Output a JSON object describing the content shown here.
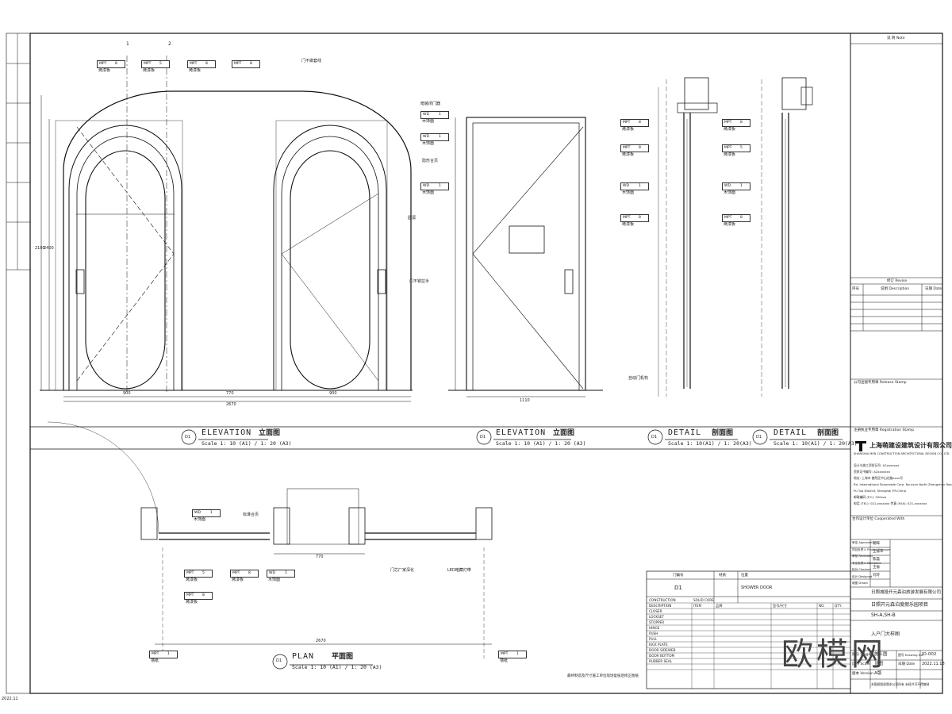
{
  "drawing": {
    "views": [
      {
        "num": "D1",
        "title_en": "ELEVATION",
        "title_cn": "立面图",
        "scale": "Scale 1: 10 (A1) / 1: 20 (A3)"
      },
      {
        "num": "D1",
        "title_en": "ELEVATION",
        "title_cn": "立面图",
        "scale": "Scale 1: 10 (A1) / 1: 20 (A3)"
      },
      {
        "num": "D1",
        "title_en": "DETAIL",
        "title_cn": "剖面图",
        "scale": "Scale 1: 10(A1) / 1: 20(A3)"
      },
      {
        "num": "D1",
        "title_en": "DETAIL",
        "title_cn": "剖面图",
        "scale": "Scale 1: 10(A1) / 1: 20(A3)"
      },
      {
        "num": "D1",
        "title_en": "PLAN",
        "title_cn": "平面图",
        "scale": "Scale 1: 10 (A1) / 1: 20 (A3)"
      }
    ],
    "grid_bubbles": [
      "1",
      "2"
    ],
    "tags_elev1": [
      {
        "code": "MPT",
        "num": "8",
        "note": "烤漆板"
      },
      {
        "code": "MPT",
        "num": "5",
        "note": "烤漆板"
      },
      {
        "code": "MPT",
        "num": "8",
        "note": "烤漆板"
      },
      {
        "code": "MPT",
        "num": "8",
        "note": ""
      }
    ],
    "notes_elev1": [
      "门不做套线",
      "圆弧",
      "门不锈拉手"
    ],
    "dims_elev1": [
      "900",
      "770",
      "900",
      "2670",
      "2100",
      "2400"
    ],
    "tags_elev2": [
      {
        "code": "WD",
        "num": "1",
        "note": "木饰面"
      },
      {
        "code": "WD",
        "num": "1",
        "note": "木饰面"
      },
      {
        "code": "WD",
        "num": "1",
        "note": "木饰面"
      }
    ],
    "notes_elev2": [
      "暗装闭门器",
      "隐形合页"
    ],
    "dims_elev2": [
      "1110"
    ],
    "tags_detail1": [
      {
        "code": "MPT",
        "num": "8",
        "note": "烤漆板"
      },
      {
        "code": "MPT",
        "num": "8",
        "note": "烤漆板"
      },
      {
        "code": "WD",
        "num": "1",
        "note": "木饰面"
      },
      {
        "code": "MPT",
        "num": "8",
        "note": "烤漆板"
      }
    ],
    "notes_detail1": [
      "自动门机构"
    ],
    "tags_detail2": [
      {
        "code": "MPT",
        "num": "8",
        "note": "烤漆板"
      },
      {
        "code": "MPT",
        "num": "5",
        "note": "烤漆板"
      },
      {
        "code": "WD",
        "num": "1",
        "note": "木饰面"
      },
      {
        "code": "MPT",
        "num": "8",
        "note": "烤漆板"
      }
    ],
    "tags_plan": [
      {
        "code": "WD",
        "num": "1",
        "note": "木饰面"
      },
      {
        "code": "MPT",
        "num": "5",
        "note": "烤漆板"
      },
      {
        "code": "MPT",
        "num": "8",
        "note": "烤漆板"
      },
      {
        "code": "WD",
        "num": "1",
        "note": "木饰面"
      },
      {
        "code": "MPT",
        "num": "8",
        "note": "烤漆板"
      },
      {
        "code": "MPT",
        "num": "1",
        "note": "墙纸"
      },
      {
        "code": "MPT",
        "num": "1",
        "note": "墙纸"
      }
    ],
    "notes_plan": [
      "标准合页",
      "门芯厂家深化",
      "LED暗藏灯带",
      "最终制造及尺寸施工单位现场复核后修正图纸"
    ],
    "dims_plan": [
      "770",
      "2670"
    ],
    "footer_date": "2022.11"
  },
  "schedule": {
    "head": [
      "门编号",
      "材质",
      "位置"
    ],
    "row": [
      "D1",
      "",
      "SHOWER DOOR"
    ],
    "items": [
      [
        "CONSTRUCTION",
        "SOLID CORE"
      ],
      [
        "DESCRIPTION",
        "ITEM",
        "品牌",
        "型号/尺寸",
        "NO.",
        "QTY."
      ],
      [
        "CLOSER"
      ],
      [
        "LOCKSET"
      ],
      [
        "STOPPER"
      ],
      [
        "HINGE"
      ],
      [
        "PUSH"
      ],
      [
        "PULL"
      ],
      [
        "KICK PLATE"
      ],
      [
        "DOOR SIDEWEB"
      ],
      [
        "DOOR BOTTOM"
      ],
      [
        "RUBBER SEAL"
      ]
    ]
  },
  "titleblock": {
    "notes_header": "说 明 Note",
    "revision": "修订 Revise",
    "rev_cols": [
      "序号",
      "说明 Description",
      "日期 Date"
    ],
    "stamp1": "公司出图专用章 Release Stamp",
    "stamp2": "注册执业专用章 Registration Stamp",
    "company_cn": "上海萌建设建筑设计有限公司",
    "company_en": "SHANGHAI MEN CONSTRUCTION ARCHITECTURAL DESIGN CO., LTD",
    "company_lines": [
      "设计与施工资质证号: A2xxxxxxx",
      "资质证书编号: A2xxxxxxx",
      "地址: 上海市 普陀区中山北路xxxx号",
      "Rd. International Sonomade Corp. No.xxxx North Zhongshan Road,",
      "Pu Tuo District, Shanghai P.R.China",
      "邮政编码 (P.C): 200xxx",
      "电话 (TEL): 021-xxxxxxx    传真 (FAX): 021-xxxxxxx"
    ],
    "coop": "合作设计单位 Cooperated With",
    "roles": [
      "审定 Approved",
      "项目负责人 Project Manager",
      "审核 Reviewed",
      "专业负责人 Discipline",
      "校对 Checked",
      "设计 Designed",
      "制图 Drawn"
    ],
    "role_names": [
      "朝晖",
      "王振华",
      "陈磊",
      "王振",
      "刘玲"
    ],
    "client": "日照城投开元森泊旅游发展有限公司",
    "project": "日照开元森泊度假乐园项目",
    "subproject": "SH-A,SH-B",
    "drawing_title": "入户门大样图",
    "stage_label": "阶段 Stage",
    "stage": "施工图",
    "drawing_no_label": "图号 Drawing No.",
    "drawing_no": "ID-002",
    "date_label": "日期 Date",
    "date": "2022.11.18",
    "scale_label": "比例 Scale",
    "scale": "见图",
    "version_label": "版本 Version",
    "version": "A版",
    "bottom_note": "本图纸版权属本公司所有 未经许可不得复制",
    "watermark": "欧模网"
  }
}
